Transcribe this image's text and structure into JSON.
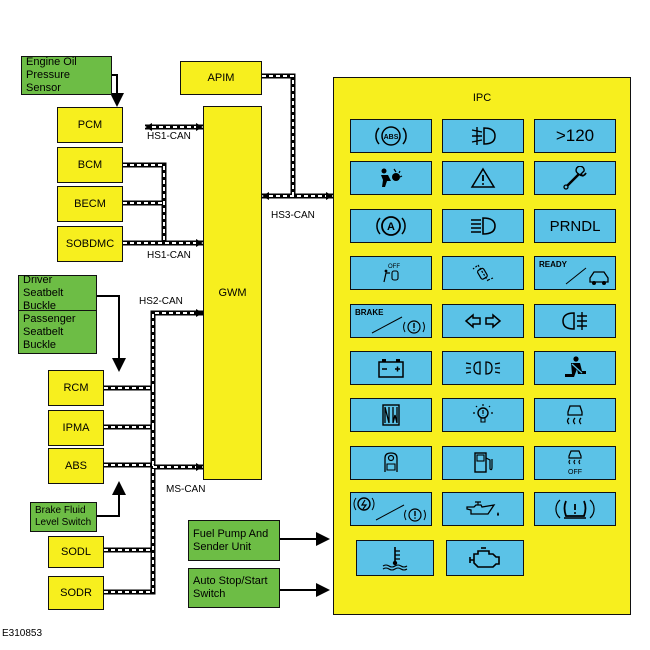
{
  "figure_id": "E310853",
  "modules": {
    "engine_oil": "Engine Oil Pressure Sensor",
    "pcm": "PCM",
    "bcm": "BCM",
    "becm": "BECM",
    "sobdmc": "SOBDMC",
    "driver_seatbelt": "Driver Seatbelt Buckle",
    "passenger_seatbelt": "Passenger Seatbelt Buckle",
    "rcm": "RCM",
    "ipma": "IPMA",
    "abs": "ABS",
    "brake_fluid": "Brake Fluid Level Switch",
    "sodl": "SODL",
    "sodr": "SODR",
    "apim": "APIM",
    "gwm": "GWM",
    "fuel_pump": "Fuel Pump And Sender Unit",
    "auto_stop": "Auto Stop/Start Switch",
    "ipc": "IPC"
  },
  "networks": {
    "hs1_top": "HS1-CAN",
    "hs1_bottom": "HS1-CAN",
    "hs2": "HS2-CAN",
    "ms": "MS-CAN",
    "hs3": "HS3-CAN"
  },
  "indicator_texts": {
    "overspeed": ">120",
    "prndl": "PRNDL",
    "ready": "READY",
    "brake": "BRAKE",
    "off_auto": "OFF",
    "off_stability": "OFF"
  },
  "colors": {
    "module_yellow": "#f7ef1e",
    "input_green": "#6dbd45",
    "indicator_blue": "#5bc2e7"
  },
  "indicator_icons": [
    "abs-icon",
    "front-fog-icon",
    "overspeed-text",
    "airbag-icon",
    "hazard-warning-icon",
    "service-wrench-icon",
    "auto-hold-icon",
    "high-beam-icon",
    "prndl-text",
    "airbag-off-icon",
    "door-ajar-icon",
    "ready-icon",
    "brake-warning-icon",
    "turn-signal-icon",
    "rear-fog-icon",
    "battery-charge-icon",
    "side-lamps-icon",
    "seatbelt-icon",
    "four-wheel-drive-icon",
    "bulb-failure-icon",
    "stability-control-icon",
    "child-seat-icon",
    "low-fuel-icon",
    "stability-off-icon",
    "electric-brake-icon",
    "oil-pressure-icon",
    "tire-pressure-icon",
    "coolant-temperature-icon",
    "check-engine-icon"
  ]
}
